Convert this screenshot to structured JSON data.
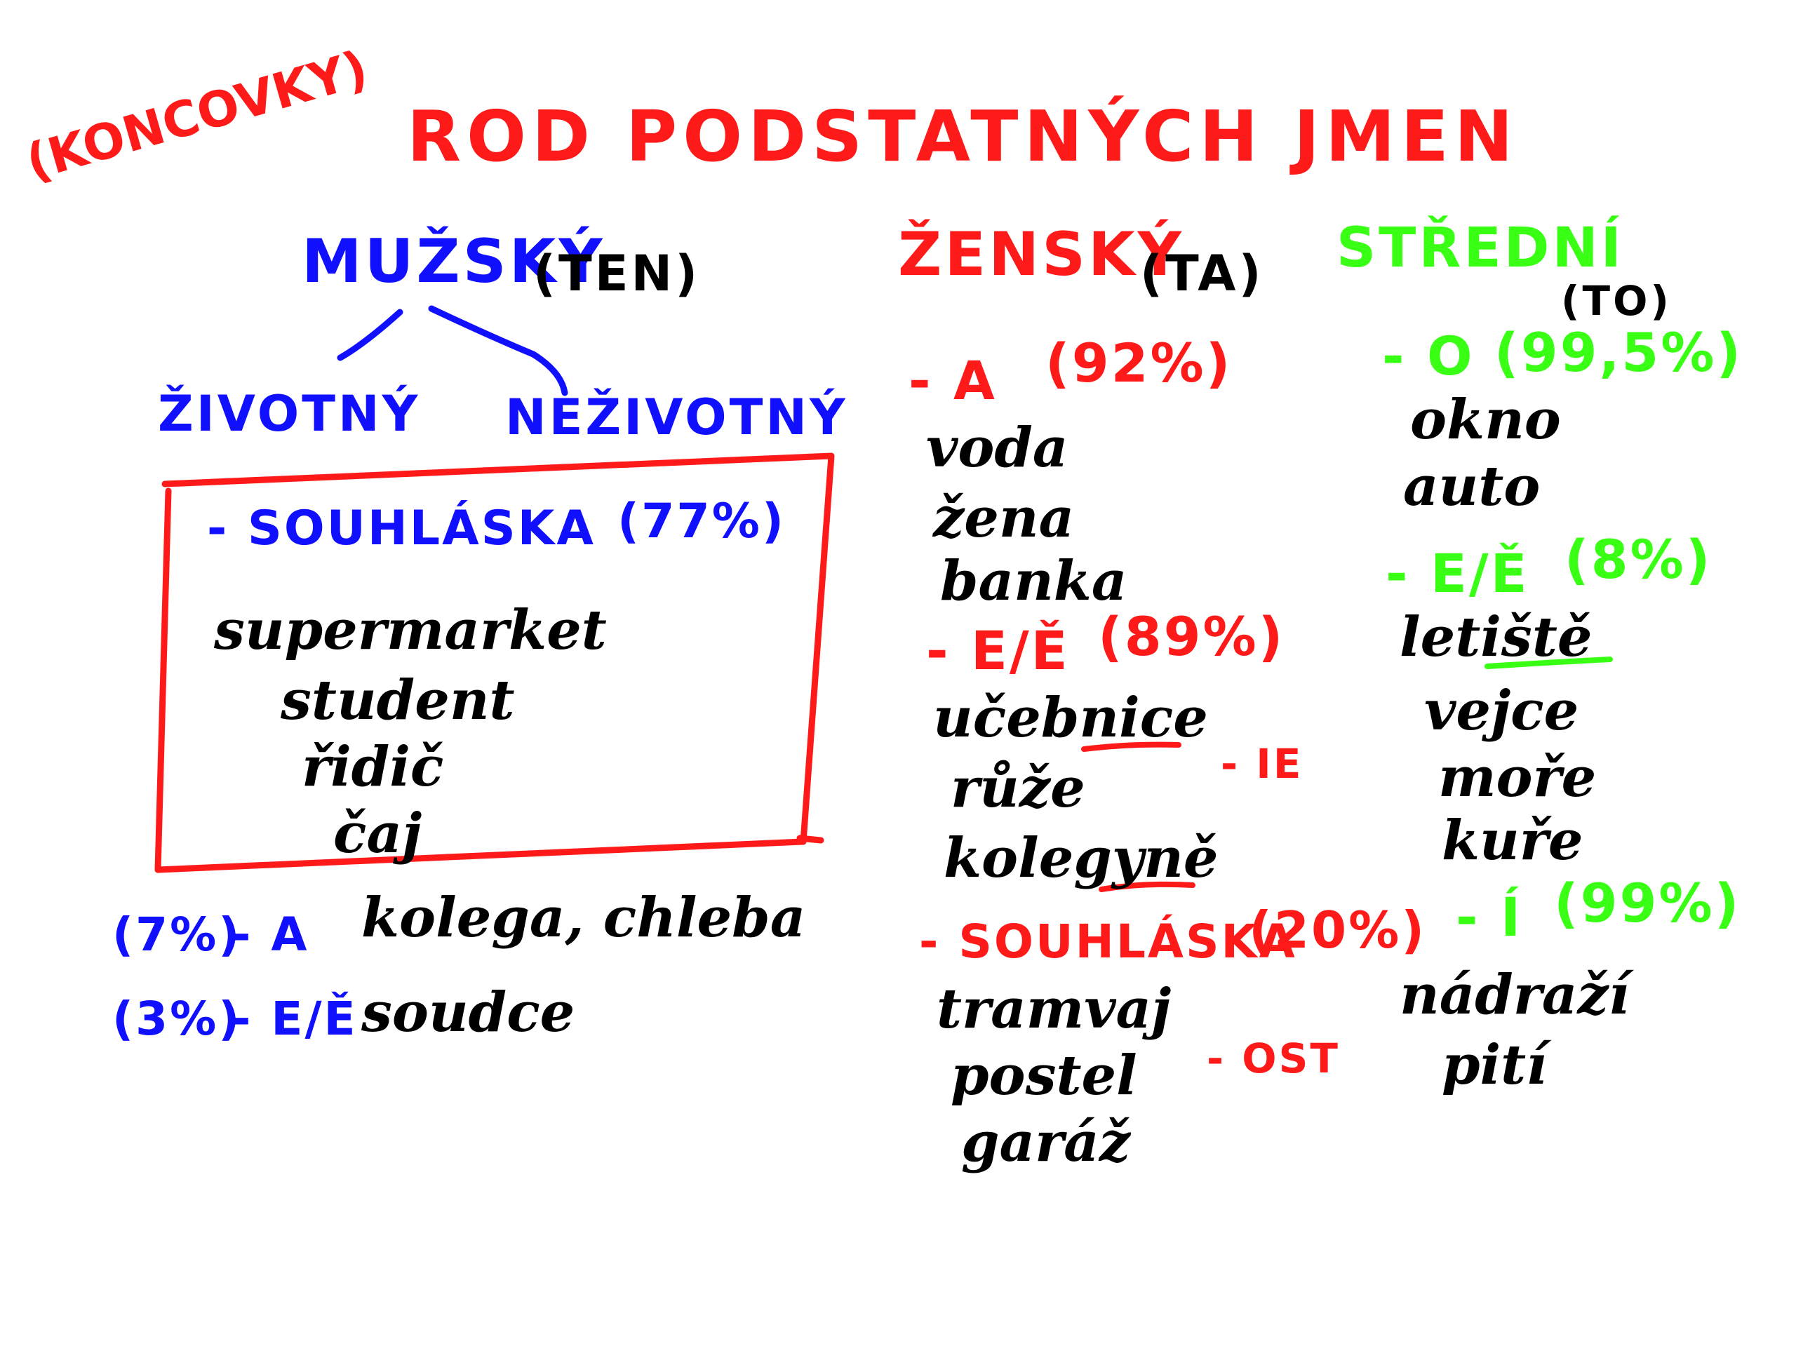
{
  "colors": {
    "red": "#ff1a1a",
    "blue": "#1010ff",
    "green": "#39ff14",
    "black": "#000000"
  },
  "title": {
    "koncovky": "(KONCOVKY)",
    "main": "ROD PODSTATNÝCH JMEN"
  },
  "masculine": {
    "heading": "MUŽSKÝ",
    "pronoun": "(TEN)",
    "branch_animate": "ŽIVOTNÝ",
    "branch_inanimate": "NEŽIVOTNÝ",
    "box": {
      "ending": "- SOUHLÁSKA",
      "percent": "(77%)",
      "words": [
        "supermarket",
        "student",
        "řidič",
        "čaj"
      ]
    },
    "rows": [
      {
        "percent": "(7%)",
        "ending": "- A",
        "words": "kolega, chleba"
      },
      {
        "percent": "(3%)",
        "ending": "- E/Ě",
        "words": "soudce"
      }
    ]
  },
  "feminine": {
    "heading": "ŽENSKÝ",
    "pronoun": "(TA)",
    "groups": [
      {
        "ending": "- A",
        "percent": "(92%)",
        "words": [
          "voda",
          "žena",
          "banka"
        ]
      },
      {
        "ending": "- E/Ě",
        "percent": "(89%)",
        "words": [
          "učebnice",
          "růže",
          "kolegyně"
        ],
        "side_note": "- IE"
      },
      {
        "ending": "- SOUHLÁSKA",
        "percent": "(20%)",
        "words": [
          "tramvaj",
          "postel",
          "garáž"
        ],
        "side_note": "- OST"
      }
    ]
  },
  "neuter": {
    "heading": "STŘEDNÍ",
    "pronoun": "(TO)",
    "groups": [
      {
        "ending": "- O",
        "percent": "(99,5%)",
        "words": [
          "okno",
          "auto"
        ]
      },
      {
        "ending": "- E/Ě",
        "percent": "(8%)",
        "words": [
          "letiště",
          "vejce",
          "moře",
          "kuře"
        ]
      },
      {
        "ending": "- Í",
        "percent": "(99%)",
        "words": [
          "nádraží",
          "pití"
        ]
      }
    ]
  }
}
